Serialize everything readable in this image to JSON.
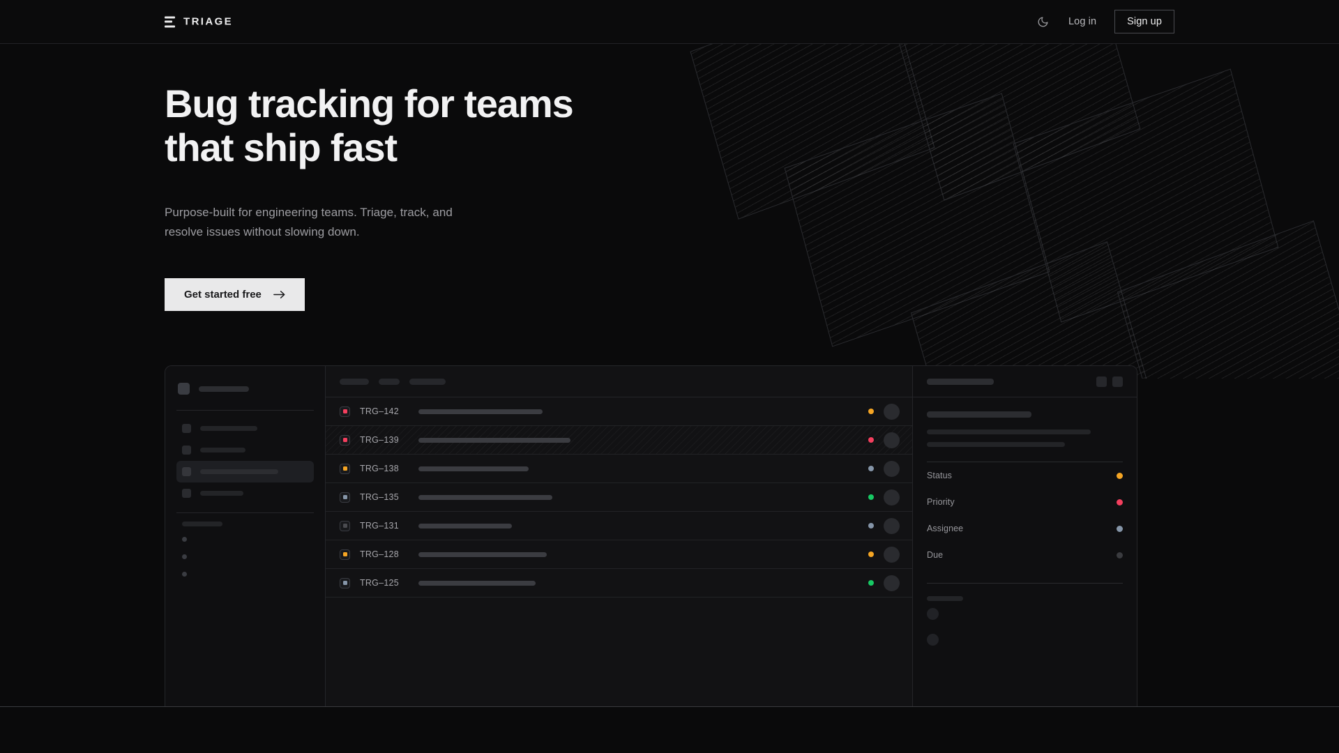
{
  "nav": {
    "brand": "TRIAGE",
    "brand_icon": "stacked-bars-logo-icon",
    "theme_toggle_icon": "moon-icon",
    "login_label": "Log in",
    "signup_label": "Sign up"
  },
  "hero": {
    "heading": "Bug tracking for teams\nthat ship fast",
    "subtitle": "Purpose-built for engineering teams. Triage, track, and\nresolve issues without slowing down.",
    "cta_label": "Get started free",
    "cta_icon": "arrow-right-icon"
  },
  "colors": {
    "page_bg": "#0a0a0b",
    "panel_bg": "#121214",
    "border": "#252629",
    "text_primary": "#f2f2f3",
    "text_muted": "#9d9da2",
    "cta_bg": "#e9e9ea",
    "status_orange": "#f5a524",
    "status_pink": "#f43f5e",
    "status_slate": "#8595a8",
    "status_green": "#17c964",
    "status_grey": "#3a3b3f"
  },
  "app": {
    "sidebar": {
      "nav_items": [
        {
          "name": "nav-item-1",
          "width": 82,
          "active": false
        },
        {
          "name": "nav-item-2",
          "width": 65,
          "active": false
        },
        {
          "name": "nav-item-3",
          "width": 112,
          "active": true
        },
        {
          "name": "nav-item-4",
          "width": 62,
          "active": false
        }
      ],
      "section_label_width": 58,
      "sub_items": [
        "sub-item-1",
        "sub-item-2",
        "sub-item-3"
      ]
    },
    "list_header_chips": [
      42,
      30,
      52
    ],
    "columns": [
      "priority",
      "id",
      "title",
      "status",
      "assignee"
    ],
    "rows": [
      {
        "id": "TRG–142",
        "priority_color": "#f43f5e",
        "title_width": 178,
        "status_color": "#f5a524",
        "selected": false
      },
      {
        "id": "TRG–139",
        "priority_color": "#f43f5e",
        "title_width": 218,
        "status_color": "#f43f5e",
        "selected": true
      },
      {
        "id": "TRG–138",
        "priority_color": "#f5a524",
        "title_width": 158,
        "status_color": "#8595a8",
        "selected": false
      },
      {
        "id": "TRG–135",
        "priority_color": "#8595a8",
        "title_width": 192,
        "status_color": "#17c964",
        "selected": false
      },
      {
        "id": "TRG–131",
        "priority_color": "#4a4b50",
        "title_width": 134,
        "status_color": "#8595a8",
        "selected": false
      },
      {
        "id": "TRG–128",
        "priority_color": "#f5a524",
        "title_width": 184,
        "status_color": "#f5a524",
        "selected": false
      },
      {
        "id": "TRG–125",
        "priority_color": "#8595a8",
        "title_width": 168,
        "status_color": "#17c964",
        "selected": false
      }
    ],
    "detail": {
      "title_skeleton_width": 96,
      "buttons": [
        "detail-action-1",
        "detail-action-2"
      ],
      "body_skeletons": [
        150,
        235,
        198
      ],
      "meta": [
        {
          "label": "Status",
          "color": "#f5a524"
        },
        {
          "label": "Priority",
          "color": "#f43f5e"
        },
        {
          "label": "Assignee",
          "color": "#8595a8"
        },
        {
          "label": "Due",
          "color": "#3a3b3f"
        }
      ],
      "comments_label_width": 52,
      "comments": [
        "comment-1",
        "comment-2"
      ]
    }
  }
}
